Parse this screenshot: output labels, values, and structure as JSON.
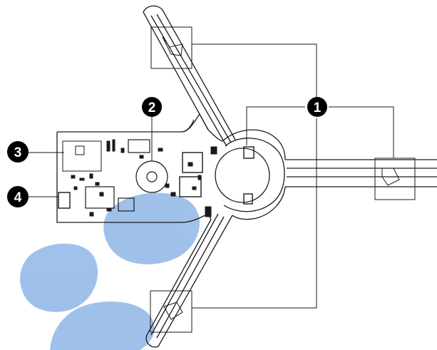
{
  "figure": {
    "watermark_color": "#8fb7e6",
    "line_color": "#1a1a1a",
    "callout_color": "#000000",
    "callout_text_color": "#ffffff"
  },
  "callouts": [
    {
      "id": "c1",
      "label": "1"
    },
    {
      "id": "c2",
      "label": "2"
    },
    {
      "id": "c3",
      "label": "3"
    },
    {
      "id": "c4",
      "label": "4"
    }
  ]
}
